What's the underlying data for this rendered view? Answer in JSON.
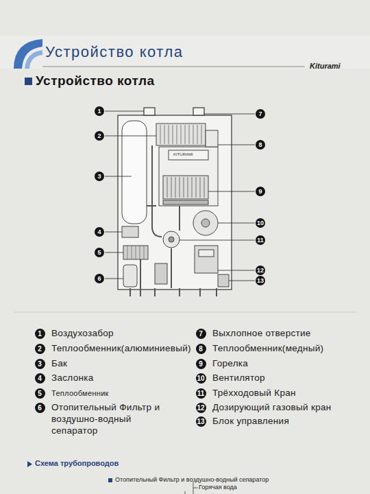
{
  "diagram": {
    "title": "Устройство котла",
    "labels": [
      "Kiturami",
      "Устройство котла",
      "1",
      "2",
      "3",
      "4",
      "5",
      "6",
      "7",
      "8",
      "9",
      "10",
      "11",
      "12",
      "13",
      "KITURAMI",
      "1",
      "Воздухозабор",
      "7",
      "Выхлопное отверстие",
      "2",
      "Теплообменник(алюминиевый)",
      "8",
      "Теплообменник(медный)",
      "3",
      "Бак",
      "9",
      "Горелка",
      "4",
      "Заслонка",
      "10",
      "Вентилятор",
      "5",
      "Теплообменник",
      "11",
      "Трёхходовый Кран",
      "6",
      "Отопительный Фильтр и воздушно-водный сепаратор",
      "12",
      "Дозирующий газовый кран",
      "13",
      "Блок управления",
      "Схема трубопроводов",
      "Отопительный Фильтр и воздушно-водный сепаратор",
      "Горячая вода"
    ]
  }
}
